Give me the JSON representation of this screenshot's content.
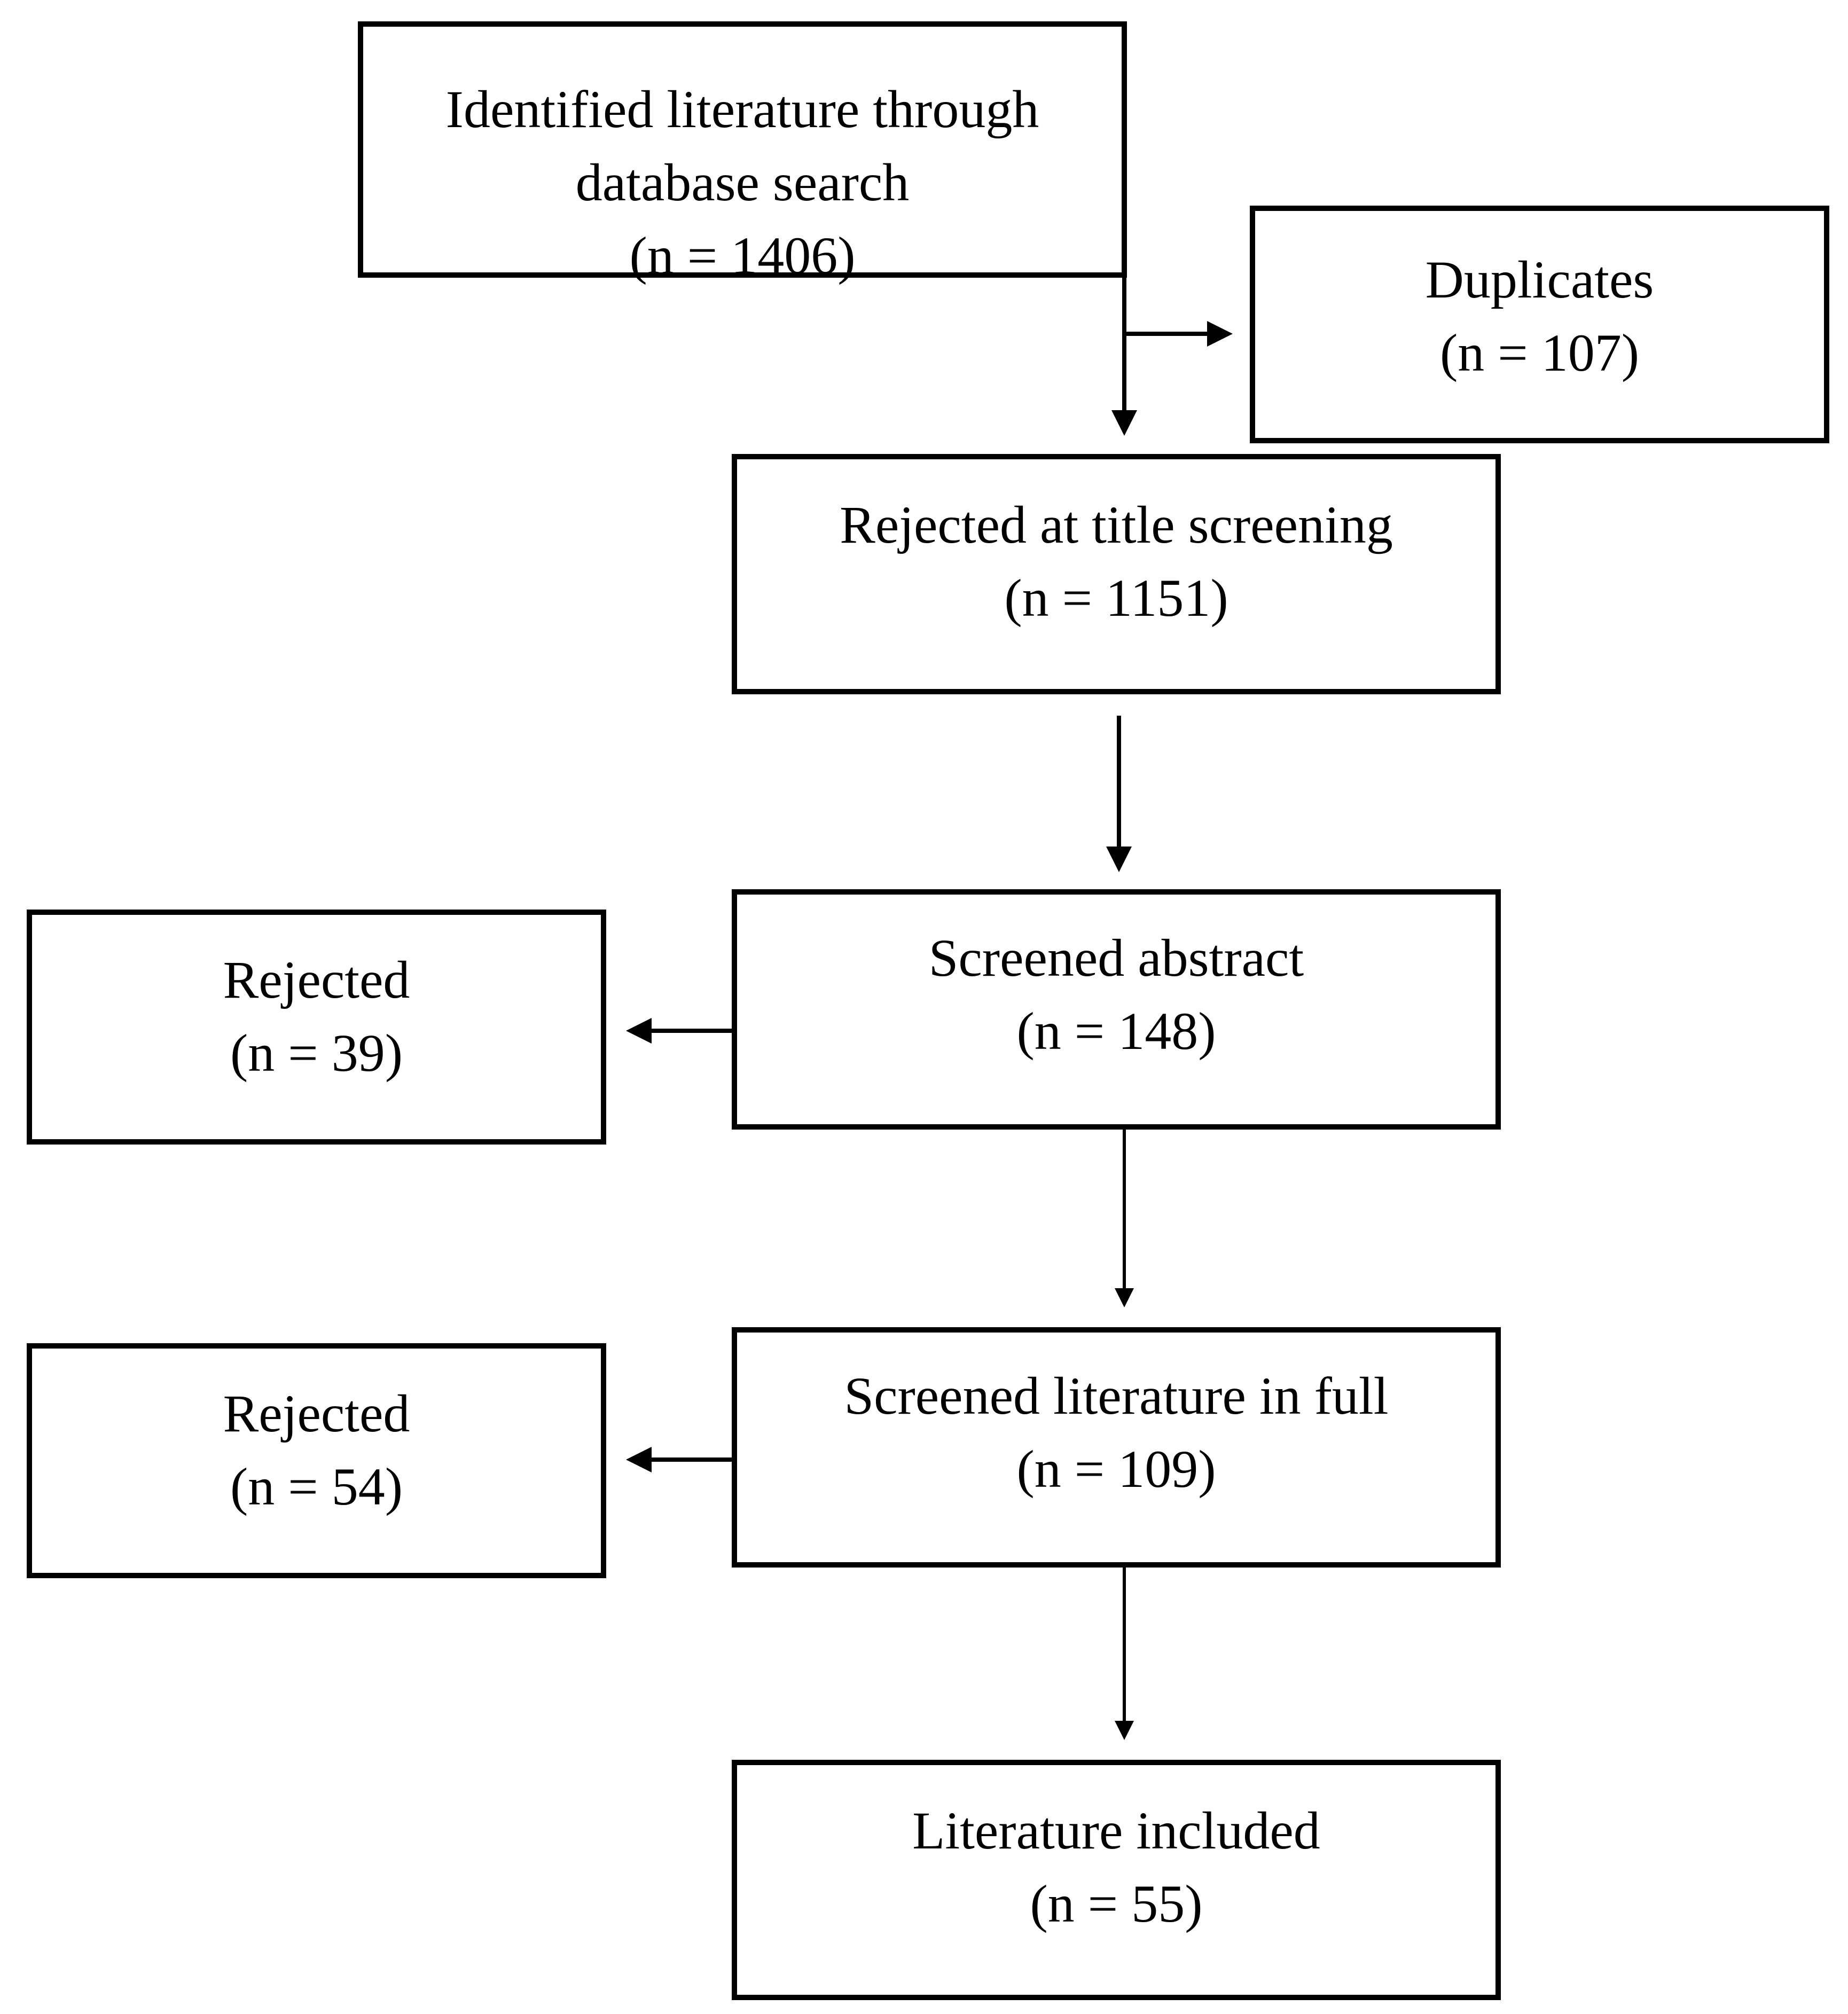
{
  "nodes": {
    "identified": {
      "line1": "Identified literature through",
      "line2": "database search",
      "count": "(n = 1406)"
    },
    "duplicates": {
      "line1": "Duplicates",
      "count": "(n = 107)"
    },
    "title_screening": {
      "line1": "Rejected at title screening",
      "count": "(n = 1151)"
    },
    "abstract": {
      "line1": "Screened abstract",
      "count": "(n = 148)"
    },
    "rejected_abstract": {
      "line1": "Rejected",
      "count": "(n = 39)"
    },
    "full_text": {
      "line1": "Screened literature in full",
      "count": "(n = 109)"
    },
    "rejected_full": {
      "line1": "Rejected",
      "count": "(n = 54)"
    },
    "included": {
      "line1": "Literature included",
      "count": "(n = 55)"
    }
  },
  "colors": {
    "stroke": "#000000",
    "background": "#ffffff"
  }
}
